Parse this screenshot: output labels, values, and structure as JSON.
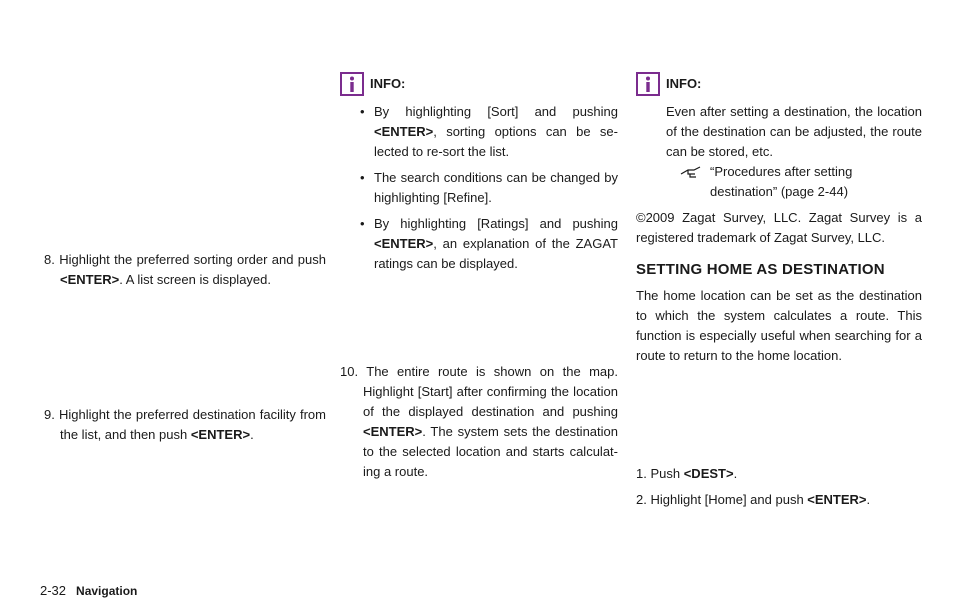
{
  "left": {
    "step8": {
      "num": "8.",
      "text_a": "Highlight the preferred sorting order and push ",
      "key": "<ENTER>",
      "text_b": ". A list screen is displayed."
    },
    "step9": {
      "num": "9.",
      "text_a": "Highlight the preferred destination facility from the list, and then push ",
      "key": "<ENTER>",
      "text_b": "."
    }
  },
  "middle": {
    "info_label": "INFO:",
    "bullet1": {
      "text_a": "By highlighting [Sort] and pushing ",
      "key": "<ENTER>",
      "text_b": ", sorting options can be se-lected to re-sort the list."
    },
    "bullet2": {
      "text": "The search conditions can be changed by highlighting [Refine]."
    },
    "bullet3": {
      "text_a": "By highlighting [Ratings] and pushing ",
      "key": "<ENTER>",
      "text_b": ", an explanation of the ZAGAT ratings can be displayed."
    },
    "step10": {
      "num": "10.",
      "text_a": "The entire route is shown on the map. Highlight [Start] after confirming the location of the displayed destination and pushing ",
      "key": "<ENTER>",
      "text_b": ". The system sets the destination to the selected location and starts calculat-ing a route."
    }
  },
  "right": {
    "info_label": "INFO:",
    "info_text": "Even after setting a destination, the location of the destination can be adjusted, the route can be stored, etc.",
    "ref_text": "“Procedures after setting destination” (page 2-44)",
    "copyright": "©2009 Zagat Survey, LLC. Zagat Survey is a registered trademark of Zagat Survey, LLC.",
    "section_title": "SETTING HOME AS DESTINATION",
    "section_body": "The home location can be set as the destination to which the system calculates a route. This function is especially useful when searching for a route to return to the home location.",
    "step1": {
      "num": "1.",
      "text_a": "Push ",
      "key": "<DEST>",
      "text_b": "."
    },
    "step2": {
      "num": "2.",
      "text_a": "Highlight [Home] and push ",
      "key": "<ENTER>",
      "text_b": "."
    }
  },
  "footer": {
    "page_number": "2-32",
    "section": "Navigation"
  },
  "colors": {
    "text": "#1a1a1a",
    "info_icon": "#7b2c8e"
  }
}
